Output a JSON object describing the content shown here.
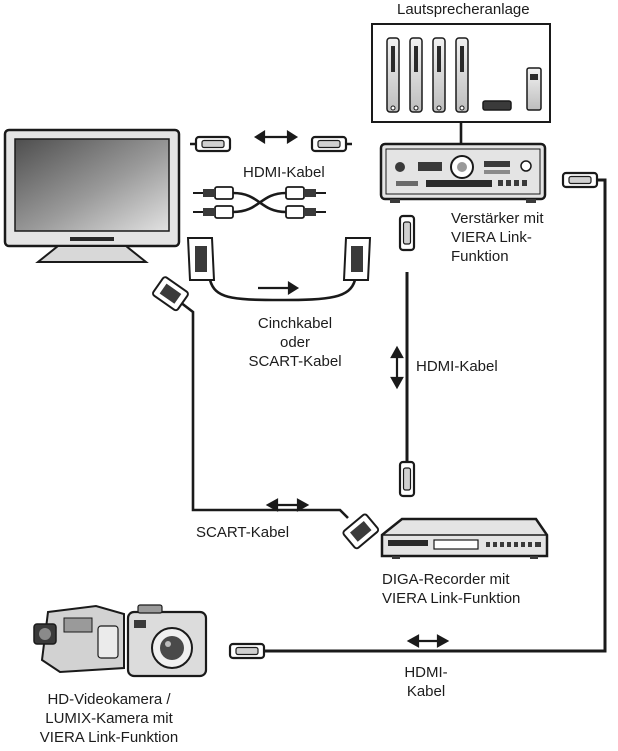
{
  "labels": {
    "speaker_system": "Lautsprecheranlage",
    "hdmi_cable_top": "HDMI-Kabel",
    "amplifier_line1": "Verstärker mit",
    "amplifier_line2": "VIERA Link-",
    "amplifier_line3": "Funktion",
    "cinch_line1": "Cinchkabel",
    "cinch_line2": "oder",
    "cinch_line3": "SCART-Kabel",
    "hdmi_cable_mid": "HDMI-Kabel",
    "scart_cable": "SCART-Kabel",
    "recorder_line1": "DIGA-Recorder mit",
    "recorder_line2": "VIERA Link-Funktion",
    "hdmi_cable_bottom_line1": "HDMI-",
    "hdmi_cable_bottom_line2": "Kabel",
    "camera_line1": "HD-Videokamera /",
    "camera_line2": "LUMIX-Kamera mit",
    "camera_line3": "VIERA Link-Funktion"
  },
  "colors": {
    "line": "#1a1a1a",
    "device_fill": "#e6e6e6",
    "device_dark": "#3a3a3a",
    "screen_gradient_start": "#5a5a5a",
    "screen_gradient_end": "#dcdcdc"
  },
  "icons": [
    "tv-icon",
    "speaker-system-icon",
    "amplifier-icon",
    "recorder-icon",
    "video-camera-icon",
    "photo-camera-icon",
    "hdmi-plug-icon",
    "cinch-plug-icon",
    "scart-plug-icon",
    "double-arrow-icon"
  ]
}
